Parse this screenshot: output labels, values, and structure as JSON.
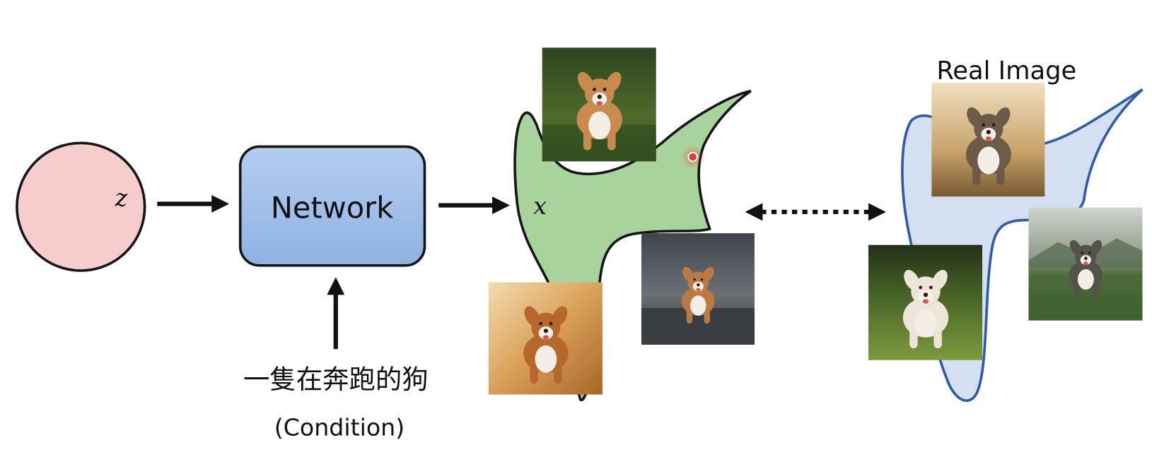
{
  "diagram": {
    "latent": {
      "label": "z"
    },
    "network": {
      "label": "Network"
    },
    "condition": {
      "text": "一隻在奔跑的狗",
      "label": "(Condition)"
    },
    "generated": {
      "label": "x"
    },
    "real": {
      "label": "Real Image"
    }
  },
  "colors": {
    "latent_fill": "#f6cdcc",
    "network_fill": "#9dbde8",
    "generated_fill": "#a9d39c",
    "real_fill": "#d4e0f1",
    "real_stroke": "#2f5ba8",
    "marker": "#e53935"
  }
}
